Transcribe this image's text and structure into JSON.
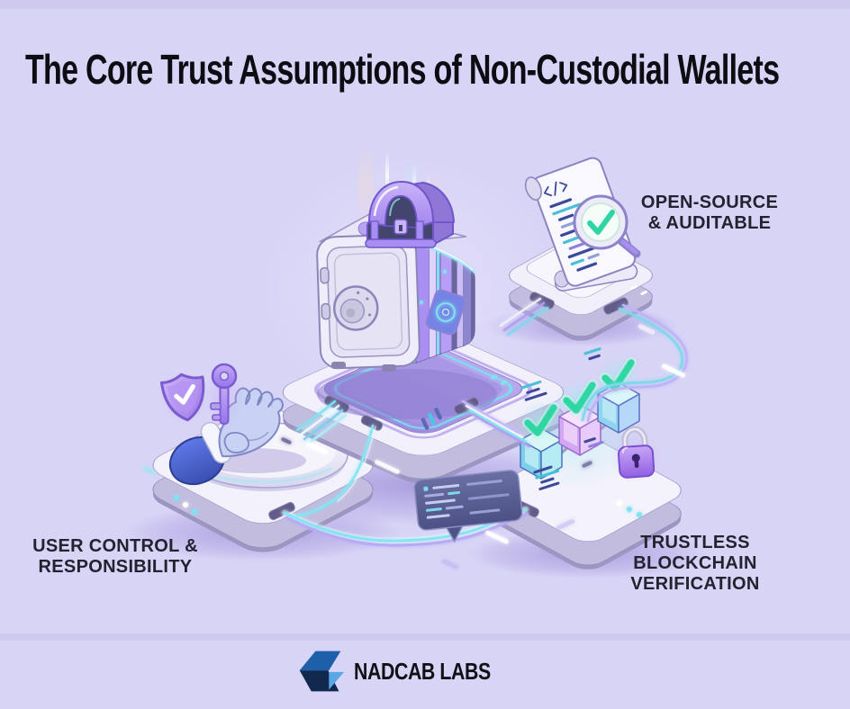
{
  "page": {
    "title": "The Core Trust Assumptions of Non-Custodial Wallets",
    "background_color": "#d8d4f6"
  },
  "nodes": {
    "center": {
      "icon": "vault-treasure-chest-icon"
    },
    "open_source": {
      "line1": "OPEN-SOURCE",
      "line2": "& AUDITABLE",
      "icon": "code-scroll-magnifier-check-icon"
    },
    "user_control": {
      "line1": "USER CONTROL &",
      "line2": "RESPONSIBILITY",
      "icon": "hand-key-shield-icon"
    },
    "trustless_verification": {
      "line1": "TRUSTLESS",
      "line2": "BLOCKCHAIN",
      "line3": "VERIFICATION",
      "icon": "blockchain-cubes-padlock-icon"
    }
  },
  "footer": {
    "brand": "NADCAB LABS",
    "logo_icon": "nadcab-logo-icon"
  },
  "colors": {
    "background": "#d8d4f6",
    "title_text": "#0c0c12",
    "label_text": "#222230",
    "accent_purple": "#a88cf0",
    "accent_violet": "#7a5cd0",
    "accent_cyan": "#7fe4f0",
    "success_green": "#2fd6a4",
    "platform_light": "#f3f1fb",
    "platform_side": "#b9b3d8",
    "code_navy": "#3a4a98",
    "code_teal": "#49c0d8",
    "brand_blue": "#1d5fa8",
    "brand_blue_dark": "#12294f",
    "brand_blue_light": "#5aa7e8"
  }
}
